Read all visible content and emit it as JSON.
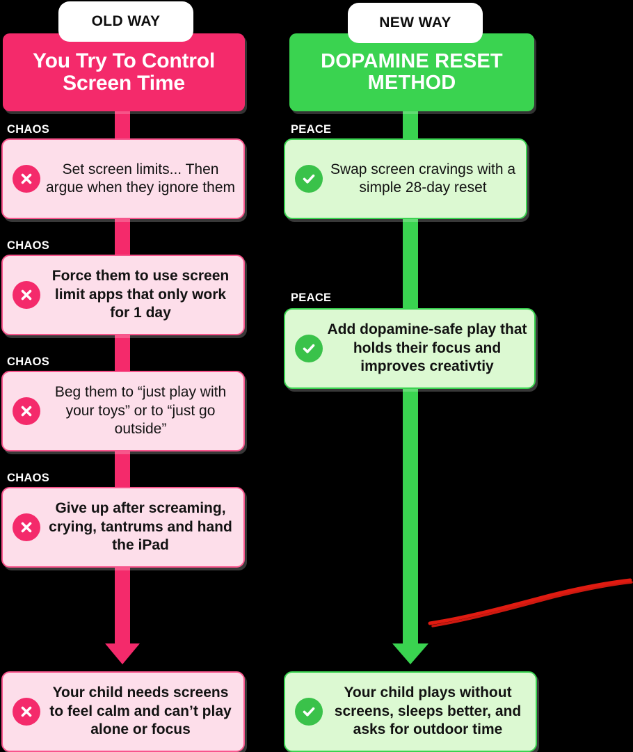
{
  "columns": {
    "left": {
      "tab_label": "OLD WAY",
      "banner_title": "You Try To Control Screen Time",
      "accent_color": "#f42a6b",
      "card_bg": "#fddeea",
      "step_label": "CHAOS",
      "icon": "x-circle-icon",
      "steps": [
        {
          "label": "CHAOS",
          "text": "Set screen limits... Then argue when they ignore them",
          "bold": false
        },
        {
          "label": "CHAOS",
          "text": "Force them to use screen limit apps that only work for 1 day",
          "bold": true
        },
        {
          "label": "CHAOS",
          "text": "Beg them to “just play with your toys” or to “just go outside”",
          "bold": false
        },
        {
          "label": "CHAOS",
          "text": "Give up after screaming, crying, tantrums and hand the iPad",
          "bold": true
        }
      ],
      "outcome": {
        "text": "Your child needs screens to feel calm and can’t play alone or focus",
        "bold": true
      }
    },
    "right": {
      "tab_label": "NEW WAY",
      "banner_title": "DOPAMINE RESET METHOD",
      "accent_color": "#3ad350",
      "card_bg": "#dcf9d2",
      "step_label": "PEACE",
      "icon": "check-circle-icon",
      "steps": [
        {
          "label": "PEACE",
          "text": "Swap screen cravings with a simple 28-day reset",
          "bold": false
        },
        {
          "label": "PEACE",
          "text": "Add dopamine-safe play that holds their focus and improves creativtiy",
          "bold": true
        }
      ],
      "outcome": {
        "text": "Your child plays without screens, sleeps better, and asks for outdoor time",
        "bold": true
      }
    }
  },
  "annotation": {
    "name": "red-underline-scribble",
    "color": "#e01b11"
  },
  "background_color": "#000000"
}
